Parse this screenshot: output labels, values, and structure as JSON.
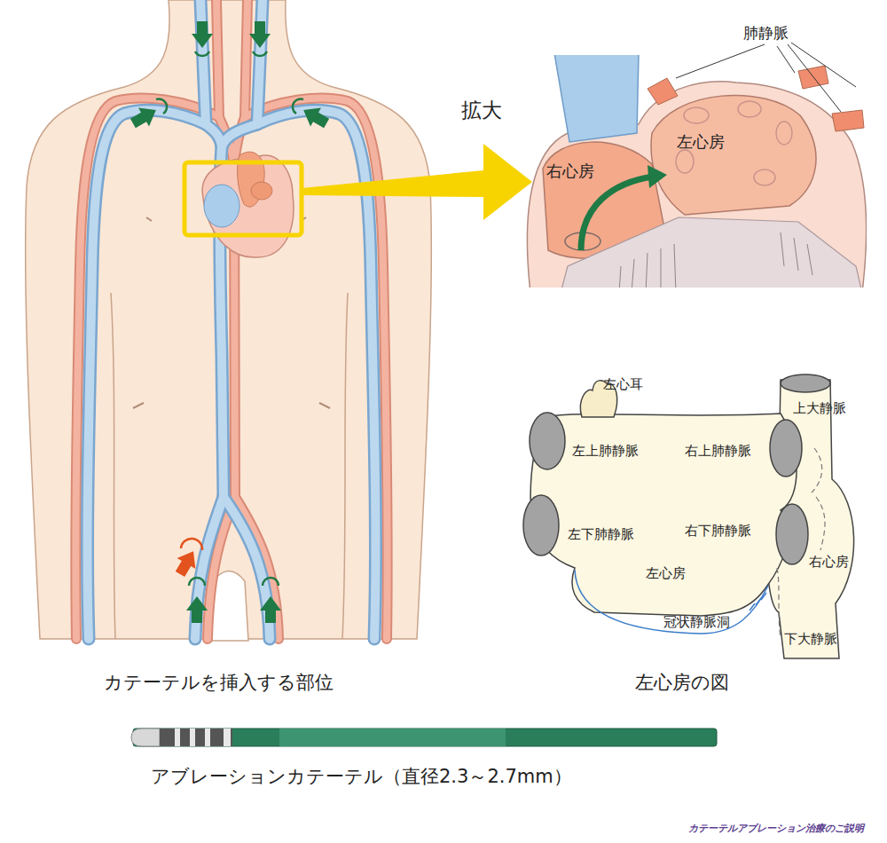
{
  "diagram": {
    "labels": [
      "拡大",
      "肺静脈",
      "左心房",
      "右心房",
      "左心耳",
      "上大静脈",
      "左上肺静脈",
      "右上肺静脈",
      "左下肺静脈",
      "右下肺静脈",
      "右心房",
      "左心房",
      "冠状静脈洞",
      "下大静脈",
      "カテーテルを挿入する部位",
      "左心房の図",
      "アブレーションカテーテル（直径2.3～2.7mm）",
      "カテーテルアブレーション治療のご説明"
    ]
  }
}
